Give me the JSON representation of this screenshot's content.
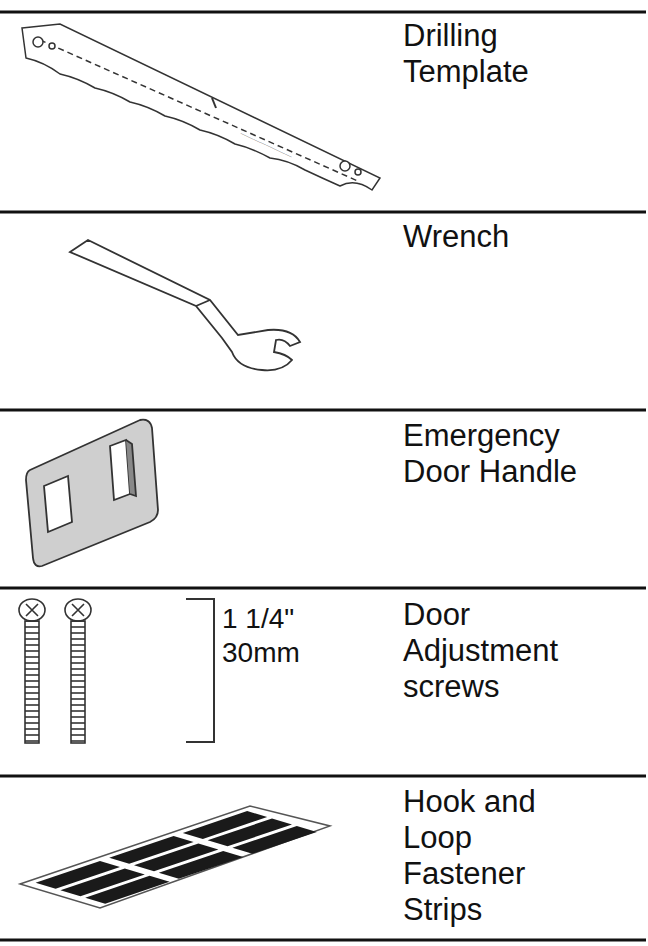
{
  "diagram": {
    "labels": [
      "Drilling Template",
      "Wrench",
      "Emergency Door Handle",
      "1 1/4\"",
      "30mm",
      "Door Adjustment screws",
      "Hook and Loop Fastener Strips"
    ]
  }
}
